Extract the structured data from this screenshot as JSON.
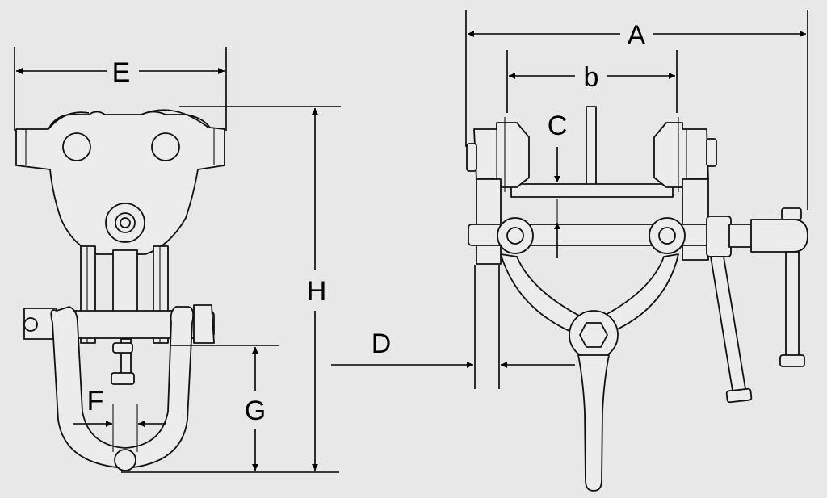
{
  "diagram": {
    "labels": {
      "A": "A",
      "b": "b",
      "C": "C",
      "D": "D",
      "E": "E",
      "F": "F",
      "G": "G",
      "H": "H"
    },
    "colors": {
      "background": "#e8e8e8",
      "ink": "#111111",
      "part_fill": "#ececec"
    }
  }
}
